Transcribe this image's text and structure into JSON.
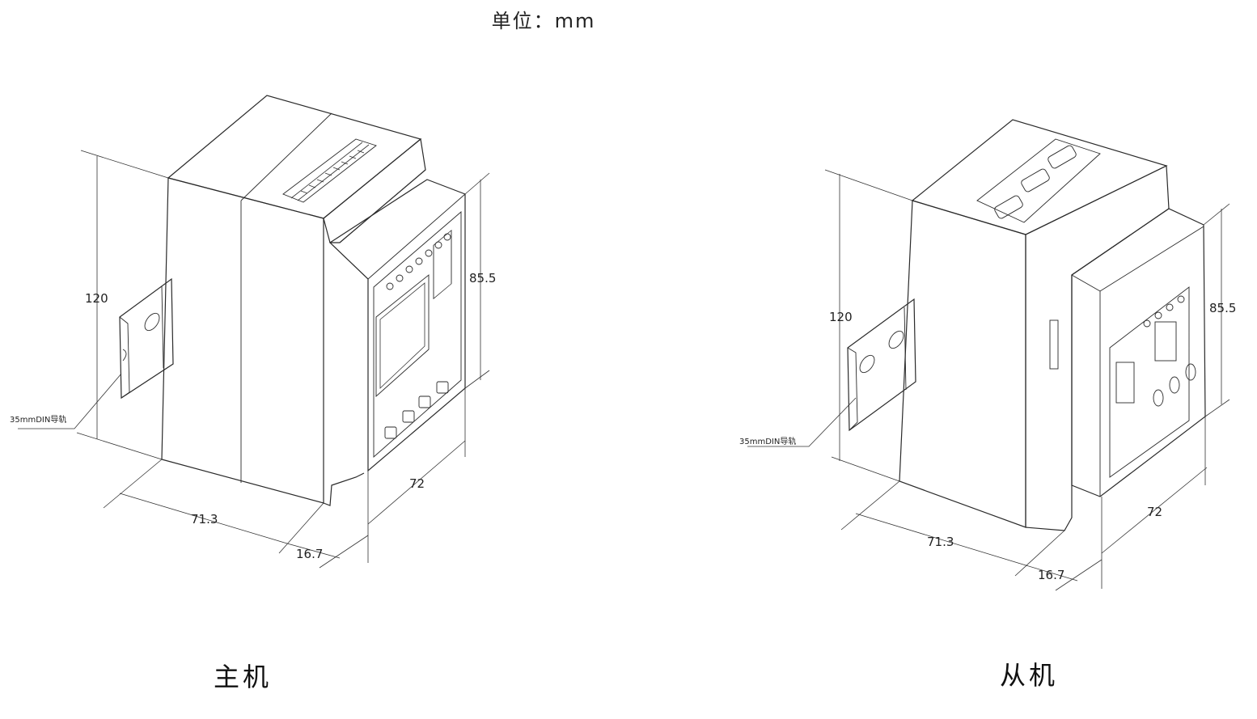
{
  "unit_label": "单位：mm",
  "master": {
    "caption": "主机",
    "dims": {
      "height": "120",
      "front_height": "85.5",
      "depth": "71.3",
      "front_depth": "16.7",
      "width": "72"
    },
    "rail_callout": "35mmDIN导轨"
  },
  "slave": {
    "caption": "从机",
    "dims": {
      "height": "120",
      "front_height": "85.5",
      "depth": "71.3",
      "front_depth": "16.7",
      "width": "72"
    },
    "rail_callout": "35mmDIN导轨"
  },
  "colors": {
    "line": "#2a2a2a",
    "text": "#222222",
    "background": "#ffffff"
  }
}
